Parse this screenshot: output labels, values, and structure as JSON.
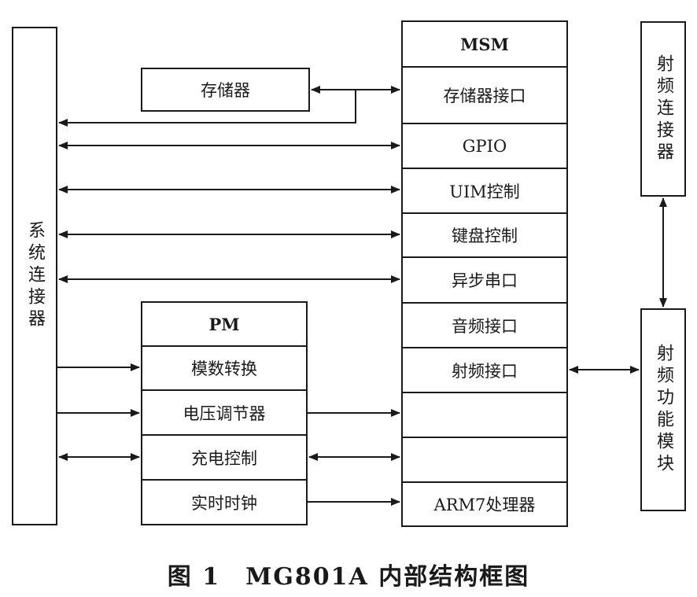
{
  "system_connector": {
    "label": "系统连接器"
  },
  "rf_connector": {
    "label": "射频连接器"
  },
  "rf_module": {
    "label": "射频功能模块"
  },
  "memory": {
    "label": "存储器"
  },
  "msm": {
    "title": "MSM",
    "rows": [
      "存储器接口",
      "GPIO",
      "UIM控制",
      "键盘控制",
      "异步串口",
      "音频接口",
      "射频接口",
      "",
      "",
      "ARM7处理器"
    ]
  },
  "pm": {
    "title": "PM",
    "rows": [
      "模数转换",
      "电压调节器",
      "充电控制",
      "实时时钟"
    ]
  },
  "caption": {
    "text": "图 1　MG801A 内部结构框图"
  }
}
